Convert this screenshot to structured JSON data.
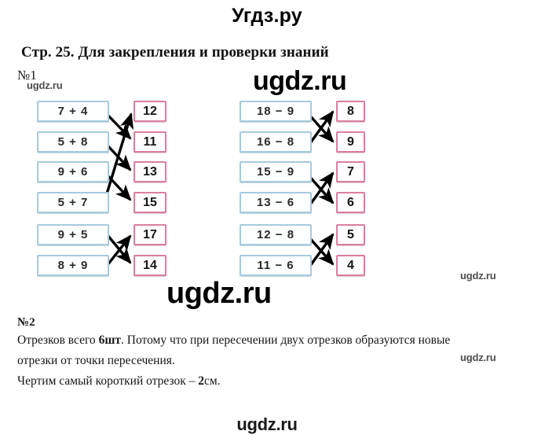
{
  "header": {
    "site_name": "Угдз.ру"
  },
  "title": {
    "page_title": "Стр. 25. Для закрепления и проверки знаний"
  },
  "tasks": {
    "task1_label": "№1",
    "task2_label": "№2"
  },
  "exercise": {
    "left_column": {
      "expressions": [
        "7 + 4",
        "5 + 8",
        "9 + 6",
        "5 + 7",
        "9 + 5",
        "8 + 9"
      ],
      "answers": [
        "12",
        "11",
        "13",
        "15",
        "17",
        "14"
      ],
      "matches": [
        {
          "expression": "7 + 4",
          "answer": "11"
        },
        {
          "expression": "5 + 8",
          "answer": "13"
        },
        {
          "expression": "9 + 6",
          "answer": "15"
        },
        {
          "expression": "5 + 7",
          "answer": "12"
        },
        {
          "expression": "9 + 5",
          "answer": "14"
        },
        {
          "expression": "8 + 9",
          "answer": "17"
        }
      ]
    },
    "right_column": {
      "expressions": [
        "18 − 9",
        "16 − 8",
        "15 − 9",
        "13 − 6",
        "12 − 8",
        "11 − 6"
      ],
      "answers": [
        "8",
        "9",
        "7",
        "6",
        "5",
        "4"
      ],
      "matches": [
        {
          "expression": "18 − 9",
          "answer": "9"
        },
        {
          "expression": "16 − 8",
          "answer": "8"
        },
        {
          "expression": "15 − 9",
          "answer": "6"
        },
        {
          "expression": "13 − 6",
          "answer": "7"
        },
        {
          "expression": "12 − 8",
          "answer": "4"
        },
        {
          "expression": "11 − 6",
          "answer": "5"
        }
      ]
    }
  },
  "answer_task2": {
    "line1_a": "Отрезков всего ",
    "line1_b": "6шт",
    "line1_c": ". Потому что при пересечении двух отрезков образуются новые",
    "line2": "отрезки от точки пересечения.",
    "line3_a": "Чертим самый короткий отрезок – ",
    "line3_b": "2",
    "line3_c": "см."
  },
  "watermarks": {
    "small_top": "ugdz.ru",
    "big_top": "ugdz.ru",
    "big_middle": "ugdz.ru",
    "small_right_upper": "ugdz.ru",
    "small_right_lower": "ugdz.ru",
    "bottom": "ugdz.ru"
  },
  "colors": {
    "operand_border": "#a8cade",
    "answer_border": "#da7f9e",
    "arrow": "#000000",
    "text": "#161616"
  }
}
